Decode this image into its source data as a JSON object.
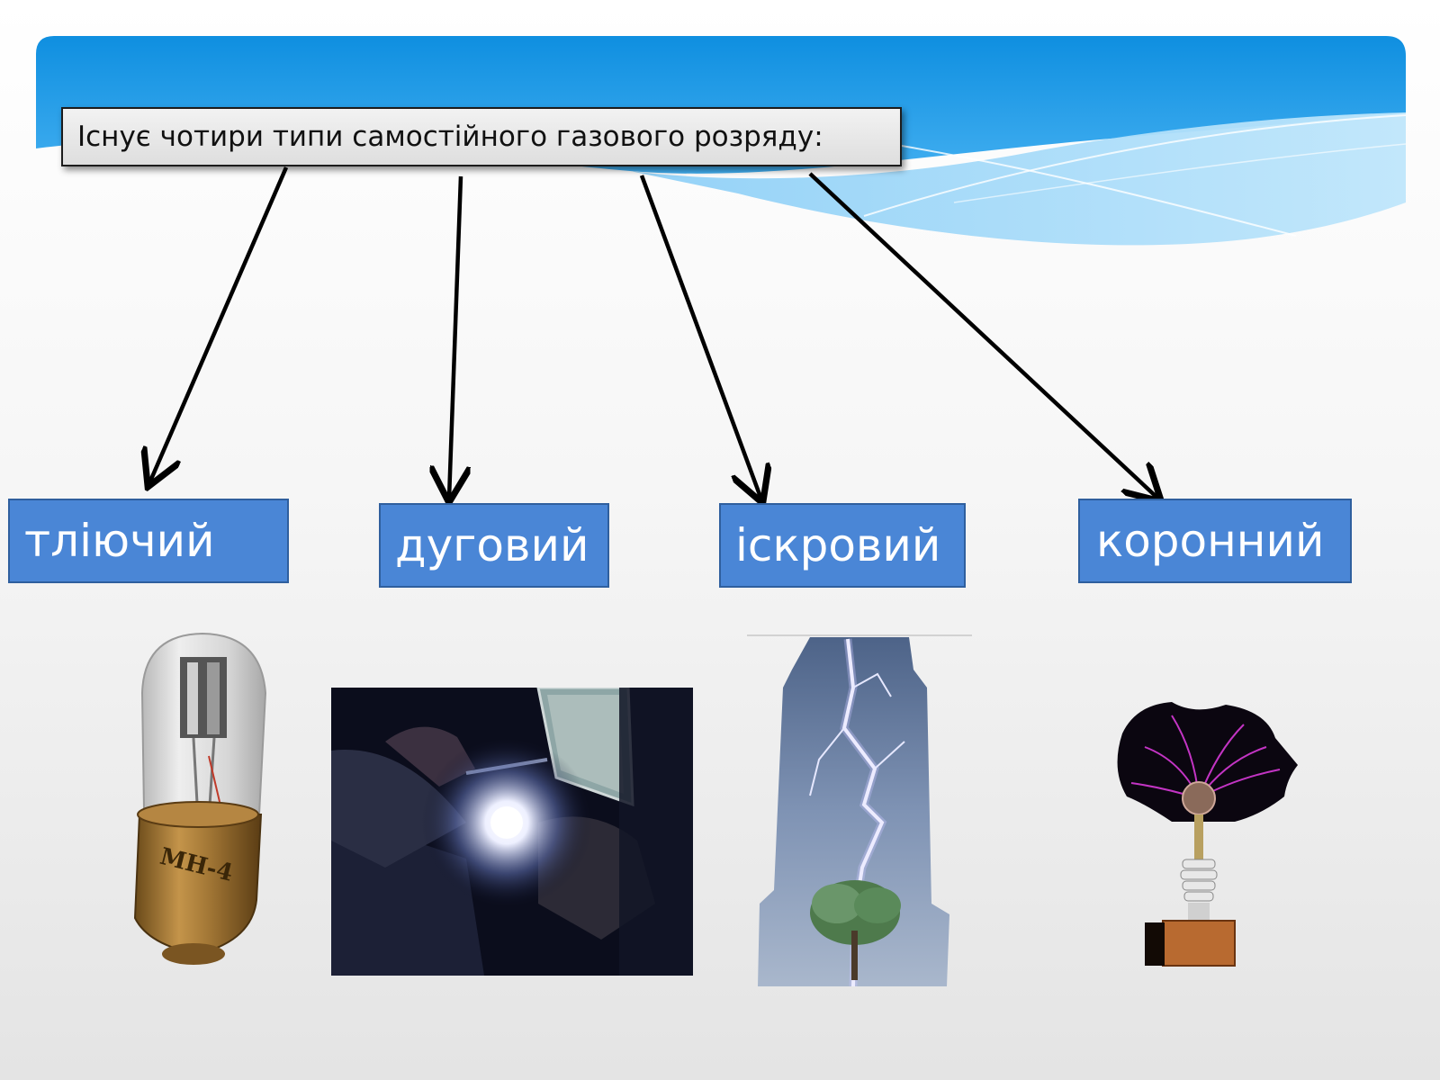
{
  "slide": {
    "title": "Існує чотири типи самостійного газового розряду:",
    "types": [
      {
        "label": "тліючий"
      },
      {
        "label": "дуговий"
      },
      {
        "label": "іскровий"
      },
      {
        "label": "коронний"
      }
    ],
    "images": [
      {
        "icon": "gas-discharge-lamp-image",
        "marking": "МН-4"
      },
      {
        "icon": "arc-welding-image"
      },
      {
        "icon": "lightning-spark-image"
      },
      {
        "icon": "corona-discharge-image"
      }
    ]
  },
  "colors": {
    "header_blue": "#1592df",
    "box_blue": "#4a86d6",
    "arrow": "#000000"
  }
}
